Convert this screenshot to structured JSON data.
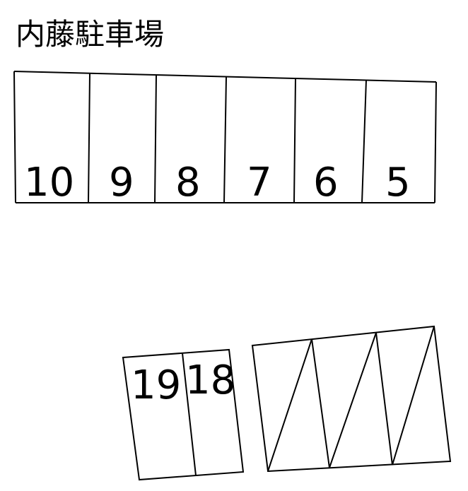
{
  "title": "内藤駐車場",
  "top_row": {
    "spaces": [
      {
        "number": "10"
      },
      {
        "number": "9"
      },
      {
        "number": "8"
      },
      {
        "number": "7"
      },
      {
        "number": "6"
      },
      {
        "number": "5"
      }
    ]
  },
  "bottom_left": {
    "spaces": [
      {
        "number": "19"
      },
      {
        "number": "18"
      }
    ]
  },
  "bottom_right": {
    "blocked_spaces": 3
  },
  "colors": {
    "ink": "#000000",
    "background": "#ffffff"
  }
}
